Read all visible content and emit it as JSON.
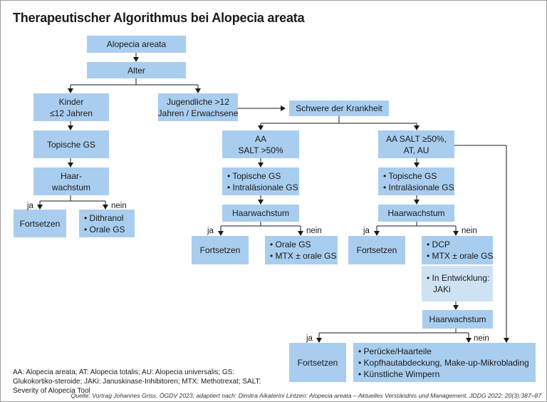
{
  "title": "Therapeutischer Algorithmus bei Alopecia areata",
  "nodes": {
    "alopecia": "Alopecia areata",
    "alter": "Alter",
    "kinder": [
      "Kinder",
      "≤12 Jahren"
    ],
    "jugendliche": [
      "Jugendliche >12",
      "Jahren / Erwachsene"
    ],
    "schwere": "Schwere der Krankheit",
    "k_topische": "Topische GS",
    "k_haarwachstum": [
      "Haar-",
      "wachstum"
    ],
    "k_fortsetzen": "Fortsetzen",
    "k_nein_box": [
      "• Dithranol",
      "• Orale GS"
    ],
    "aa50": [
      "AA",
      "SALT >50%"
    ],
    "aa50_therapy": [
      "• Topische GS",
      "• Intraläsionale GS"
    ],
    "aa50_haarwachstum": "Haarwachstum",
    "aa50_fortsetzen": "Fortsetzen",
    "aa50_nein_box": [
      "• Orale GS",
      "• MTX ± orale GS"
    ],
    "aasalt": [
      "AA SALT ≥50%,",
      "AT, AU"
    ],
    "aasalt_therapy": [
      "• Topische GS",
      "• Intraläsionale GS"
    ],
    "aasalt_haarwachstum": "Haarwachstum",
    "aasalt_fortsetzen": "Fortsetzen",
    "aasalt_nein_box": [
      "• DCP",
      "• MTX ± orale GS"
    ],
    "jaki_box": [
      "• In Entwicklung:",
      "JAKi"
    ],
    "final_haarwachstum": "Haarwachstum",
    "final_fortsetzen": "Fortsetzen",
    "final_nein_box": [
      "• Perücke/Haarteile",
      "• Kopfhautabdeckung, Make-up-Mikroblading",
      "• Künstliche Wimpern"
    ]
  },
  "edge_labels": {
    "ja": "ja",
    "nein": "nein"
  },
  "legend": "AA: Alopecia areata; AT: Alopecia totalis; AU: Alopecia universalis; GS: Glukokortiko-steroide; JAKi: Januskinase-Inhibitoren; MTX: Methotrexat; SALT: Severity of Alopecia Tool",
  "source": "Quelle: Vortrag Johannes Griss, ÖGDV 2023; adaptiert nach: Dimitra Aikaterini Lintzeri: Alopecia areata – Aktuelles Verständnis und Management, JDDG 2022; 20(3):387–87",
  "colors": {
    "box": "#a9cdee",
    "box_pale": "#cfe2f4",
    "line": "#1a1a1a"
  }
}
